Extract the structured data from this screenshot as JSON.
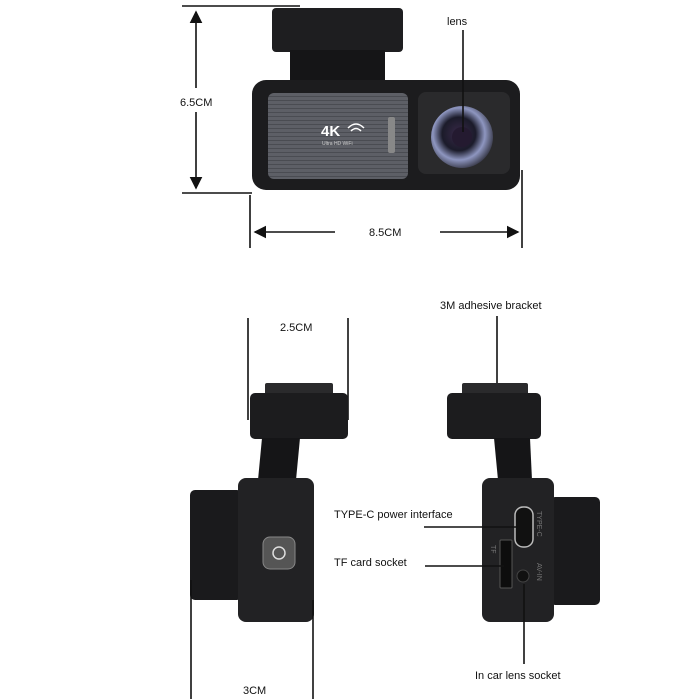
{
  "labels": {
    "lens": "lens",
    "height": "6.5CM",
    "width": "8.5CM",
    "depth_mount": "2.5CM",
    "depth_body": "3CM",
    "bracket": "3M adhesive bracket",
    "typec": "TYPE-C power interface",
    "tf": "TF card socket",
    "incar": "In car lens socket"
  },
  "device_text": {
    "resolution": "4K",
    "subtitle": "Ultra HD  WiFi",
    "port_typec": "TYPE-C",
    "port_av": "AV-IN",
    "port_tf": "TF"
  },
  "colors": {
    "body": "#1c1c1e",
    "panel": "#5d5f66",
    "lens_ring": "#9aa3c8"
  }
}
